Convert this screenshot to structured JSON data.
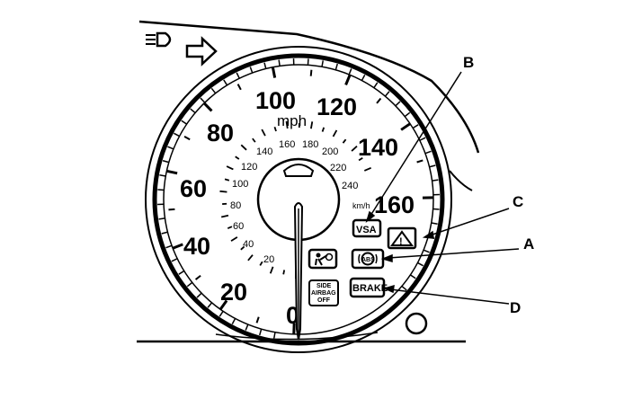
{
  "mph_scale": [
    "0",
    "20",
    "40",
    "60",
    "80",
    "100",
    "120",
    "140",
    "160"
  ],
  "kmh_scale": [
    "20",
    "40",
    "60",
    "80",
    "100",
    "120",
    "140",
    "160",
    "180",
    "200",
    "220",
    "240"
  ],
  "units": {
    "mph": "mph",
    "kmh": "km/h"
  },
  "indicators": {
    "vsa": "VSA",
    "abs": "ABS",
    "brake": "BRAKE",
    "side_airbag_line1": "SIDE",
    "side_airbag_line2": "AIRBAG",
    "side_airbag_line3": "OFF",
    "hazard": "!"
  },
  "callouts": {
    "a": "A",
    "b": "B",
    "c": "C",
    "d": "D"
  },
  "icons": {
    "headlight": "headlight-icon",
    "turn": "turn-signal-arrow-icon",
    "airbag": "airbag-icon",
    "hazard": "warning-triangle-icon"
  }
}
